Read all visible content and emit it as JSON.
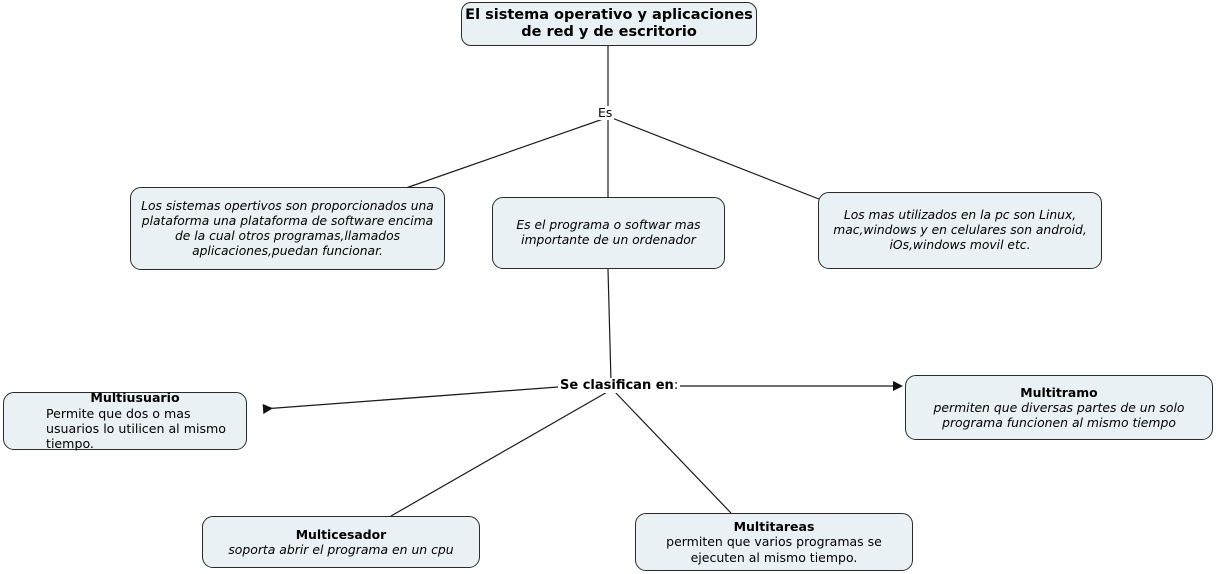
{
  "diagram": {
    "type": "concept-map",
    "background_color": "#ffffff",
    "node_fill_color": "#eaf1f4",
    "node_border_color": "#2b2b2b",
    "edge_color": "#1a1a1a"
  },
  "root": {
    "text": "El sistema operativo y aplicaciones de red y de escritorio",
    "line1": "El sistema operativo y aplicaciones",
    "line2": "de red y de escritorio"
  },
  "edge_labels": {
    "es": "Es",
    "se_clasifican_en": "Se clasifican en",
    "se_clasifican_en_colon": ":"
  },
  "definitions": [
    {
      "id": "def-plataforma",
      "text": "Los sistemas opertivos son proporcionados una plataforma una plataforma de software encima de la cual otros programas,llamados aplicaciones,puedan funcionar."
    },
    {
      "id": "def-programa",
      "text": "Es el programa o softwar mas importante de un ordenador"
    },
    {
      "id": "mas-utilizados",
      "text": "Los mas utilizados en la pc son Linux, mac,windows y en celulares son android, iOs,windows movil etc."
    }
  ],
  "classifications": [
    {
      "id": "multiusuario",
      "title": "Multiusuario",
      "body": "Permite que dos o mas usuarios lo utilicen al mismo tiempo."
    },
    {
      "id": "multitramo",
      "title": "Multitramo",
      "body": "permiten que diversas partes de un solo programa funcionen al mismo tiempo"
    },
    {
      "id": "multicesador",
      "title": "Multicesador",
      "body": "soporta  abrir el programa  en un cpu"
    },
    {
      "id": "multitareas",
      "title": "Multitareas",
      "body": "permiten que varios programas se ejecuten al mismo tiempo."
    }
  ]
}
